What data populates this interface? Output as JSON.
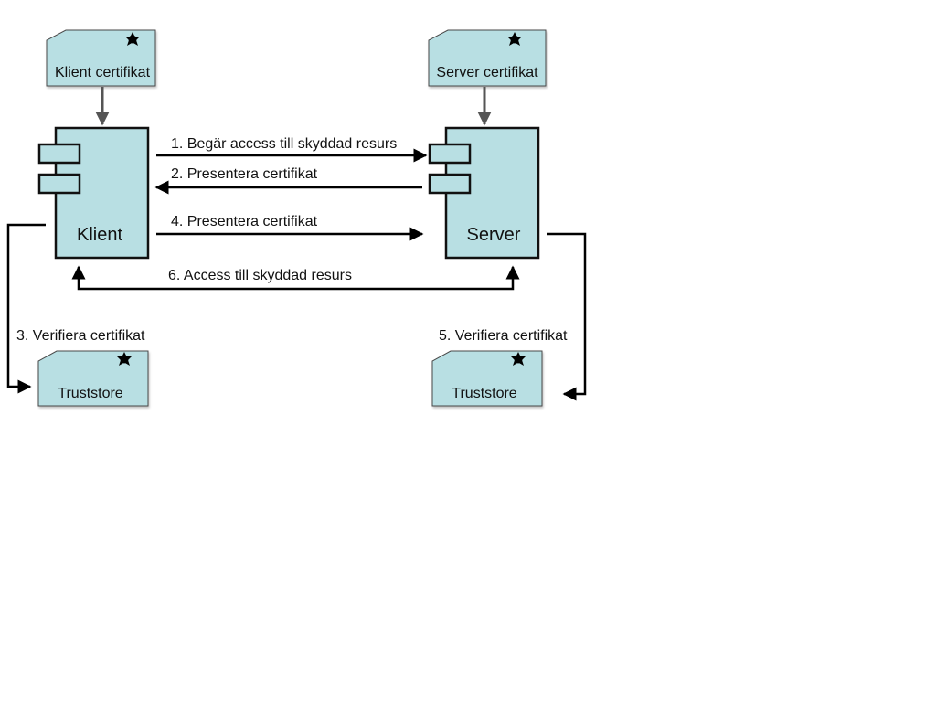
{
  "colors": {
    "fill": "#b8dfe3",
    "stroke": "#111111",
    "note_stroke": "#4a4a4a",
    "dep_arrow": "#555555",
    "line": "#000000"
  },
  "nodes": {
    "klient_cert": {
      "label": "Klient certifikat",
      "icon": "star-seal-icon"
    },
    "server_cert": {
      "label": "Server certifikat",
      "icon": "star-seal-icon"
    },
    "klient": {
      "label": "Klient",
      "icon": "component-icon"
    },
    "server": {
      "label": "Server",
      "icon": "component-icon"
    },
    "truststore_left": {
      "label": "Truststore",
      "icon": "star-seal-icon"
    },
    "truststore_right": {
      "label": "Truststore",
      "icon": "star-seal-icon"
    }
  },
  "edges": {
    "e1": "1. Begär access till skyddad resurs",
    "e2": "2. Presentera certifikat",
    "e3": "3. Verifiera certifikat",
    "e4": "4. Presentera certifikat",
    "e5": "5. Verifiera certifikat",
    "e6": "6. Access till skyddad resurs"
  }
}
